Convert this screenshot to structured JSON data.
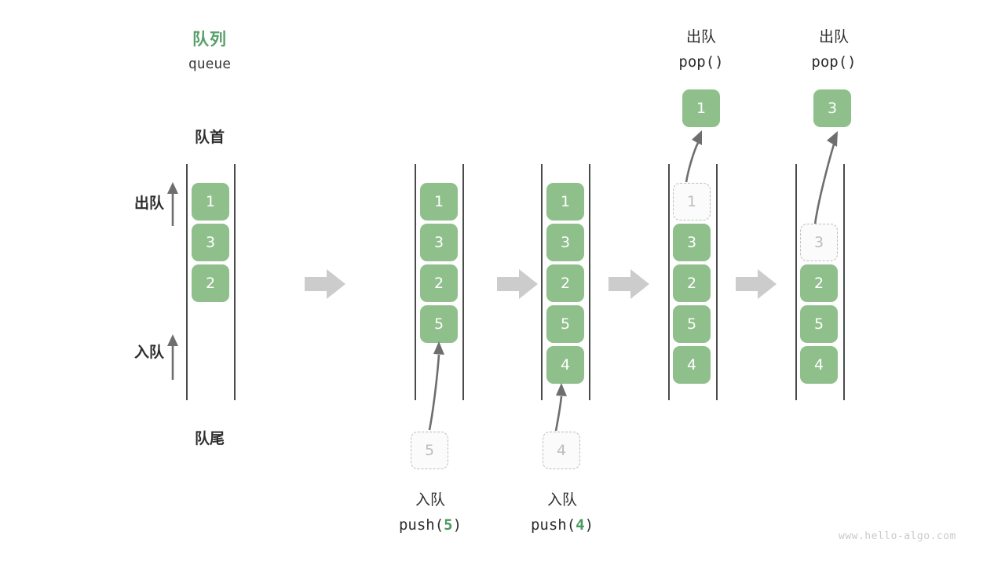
{
  "diagram": {
    "title_cn": "队列",
    "title_en": "queue",
    "head_label": "队首",
    "tail_label": "队尾",
    "dequeue_label": "出队",
    "enqueue_label": "入队",
    "watermark": "www.hello-algo.com",
    "colors": {
      "green": "#8fbf8b",
      "title_green": "#59a06a",
      "accent_num_green": "#4a9a5e",
      "ghost_border": "#bdbdbd",
      "ghost_text": "#bdbdbd",
      "rail": "#4a4a4a",
      "block_arrow": "#cccccc",
      "curve_arrow": "#6e6e6e",
      "watermark": "#c9c9c9",
      "text": "#2e2e2e"
    }
  },
  "steps": [
    {
      "id": "step-initial",
      "caption_cn": "",
      "caption_code": "",
      "cells": [
        {
          "value": "1",
          "state": "solid"
        },
        {
          "value": "3",
          "state": "solid"
        },
        {
          "value": "2",
          "state": "solid"
        }
      ]
    },
    {
      "id": "step-push-5",
      "caption_cn": "入队",
      "caption_code_prefix": "push(",
      "caption_code_num": "5",
      "caption_code_suffix": ")",
      "incoming_value": "5",
      "cells": [
        {
          "value": "1",
          "state": "solid"
        },
        {
          "value": "3",
          "state": "solid"
        },
        {
          "value": "2",
          "state": "solid"
        },
        {
          "value": "5",
          "state": "solid"
        }
      ]
    },
    {
      "id": "step-push-4",
      "caption_cn": "入队",
      "caption_code_prefix": "push(",
      "caption_code_num": "4",
      "caption_code_suffix": ")",
      "incoming_value": "4",
      "cells": [
        {
          "value": "1",
          "state": "solid"
        },
        {
          "value": "3",
          "state": "solid"
        },
        {
          "value": "2",
          "state": "solid"
        },
        {
          "value": "5",
          "state": "solid"
        },
        {
          "value": "4",
          "state": "solid"
        }
      ]
    },
    {
      "id": "step-pop-1",
      "caption_cn": "出队",
      "caption_code_prefix": "pop(",
      "caption_code_num": "",
      "caption_code_suffix": ")",
      "popped_value": "1",
      "cells": [
        {
          "value": "1",
          "state": "ghost"
        },
        {
          "value": "3",
          "state": "solid"
        },
        {
          "value": "2",
          "state": "solid"
        },
        {
          "value": "5",
          "state": "solid"
        },
        {
          "value": "4",
          "state": "solid"
        }
      ]
    },
    {
      "id": "step-pop-3",
      "caption_cn": "出队",
      "caption_code_prefix": "pop(",
      "caption_code_num": "",
      "caption_code_suffix": ")",
      "popped_value": "3",
      "cells": [
        {
          "value": "",
          "state": "empty"
        },
        {
          "value": "3",
          "state": "ghost"
        },
        {
          "value": "2",
          "state": "solid"
        },
        {
          "value": "5",
          "state": "solid"
        },
        {
          "value": "4",
          "state": "solid"
        }
      ]
    }
  ]
}
